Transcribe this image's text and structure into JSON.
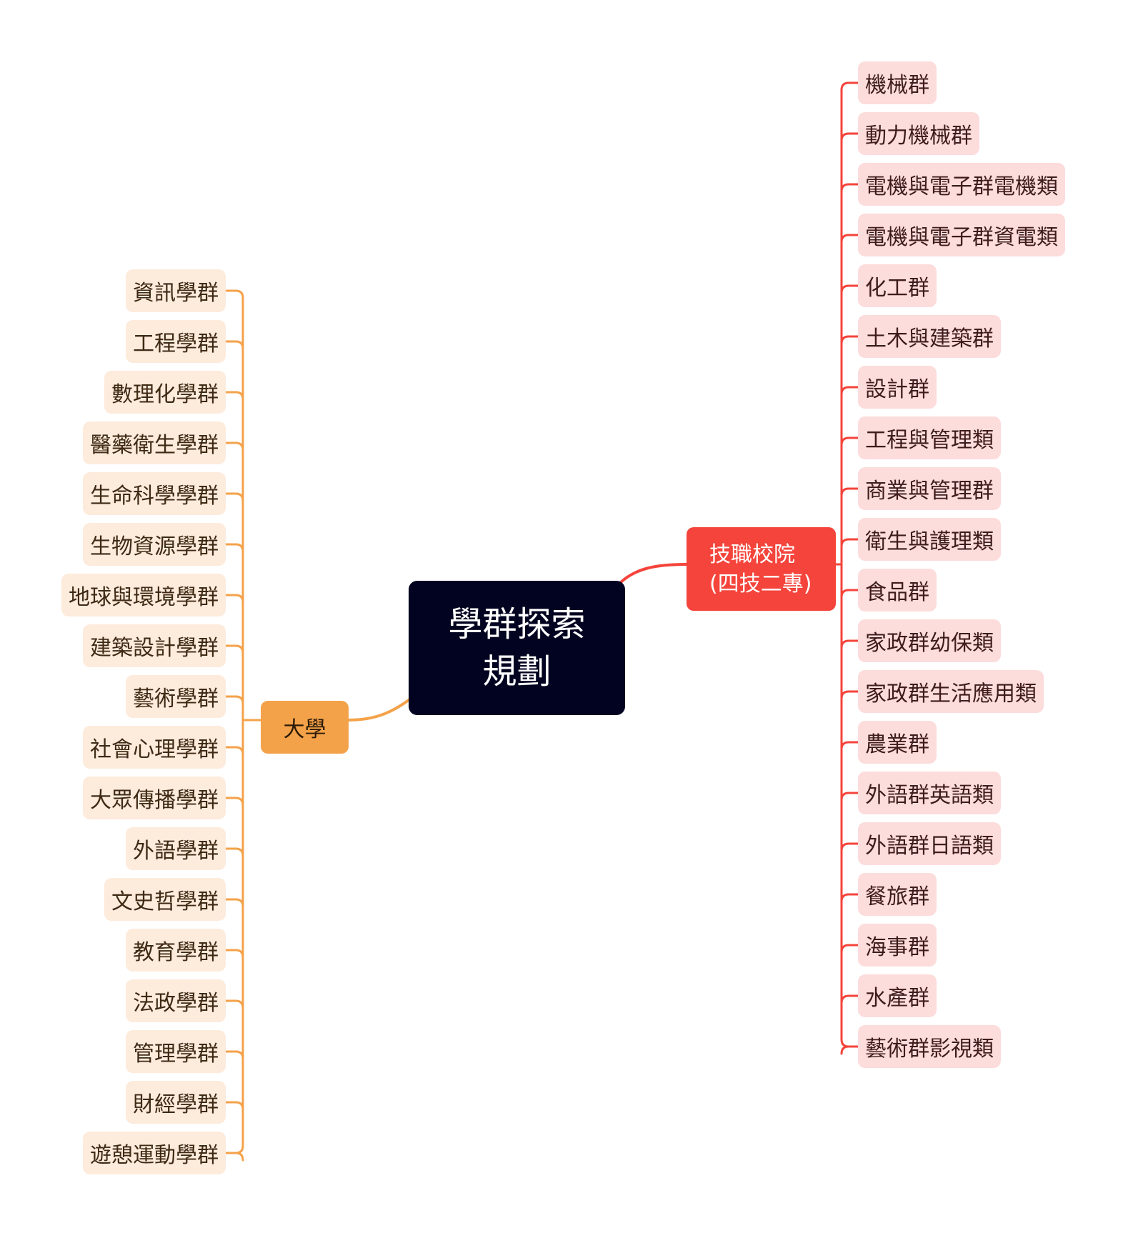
{
  "root": {
    "lines": [
      "學群探索",
      "規劃"
    ]
  },
  "branches": {
    "left": {
      "label": "大學",
      "color": "#f4a24a",
      "leaves": [
        "資訊學群",
        "工程學群",
        "數理化學群",
        "醫藥衛生學群",
        "生命科學學群",
        "生物資源學群",
        "地球與環境學群",
        "建築設計學群",
        "藝術學群",
        "社會心理學群",
        "大眾傳播學群",
        "外語學群",
        "文史哲學群",
        "教育學群",
        "法政學群",
        "管理學群",
        "財經學群",
        "遊憩運動學群"
      ]
    },
    "right": {
      "lines": [
        "技職校院",
        "(四技二專)"
      ],
      "color": "#f4443b",
      "leaves": [
        "機械群",
        "動力機械群",
        "電機與電子群電機類",
        "電機與電子群資電類",
        "化工群",
        "土木與建築群",
        "設計群",
        "工程與管理類",
        "商業與管理群",
        "衛生與護理類",
        "食品群",
        "家政群幼保類",
        "家政群生活應用類",
        "農業群",
        "外語群英語類",
        "外語群日語類",
        "餐旅群",
        "海事群",
        "水產群",
        "藝術群影視類"
      ]
    }
  }
}
